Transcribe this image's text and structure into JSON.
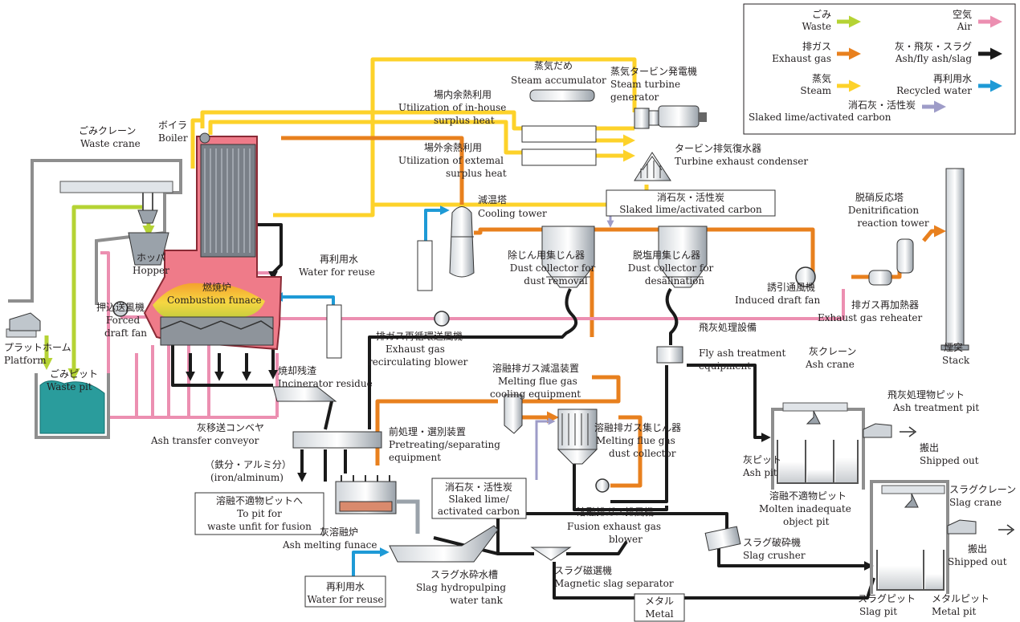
{
  "colors": {
    "waste": "#b5d334",
    "exhaust": "#e8801e",
    "steam": "#fdd22a",
    "air": "#ec8fb1",
    "ash": "#1a1a1a",
    "water": "#1e9ad6",
    "lime": "#9e9cc8",
    "furnace": "#ef7b89",
    "pit": "#2a9c9c"
  },
  "legend": {
    "waste": {
      "jp": "ごみ",
      "en": "Waste"
    },
    "exhaust": {
      "jp": "排ガス",
      "en": "Exhaust gas"
    },
    "steam": {
      "jp": "蒸気",
      "en": "Steam"
    },
    "air": {
      "jp": "空気",
      "en": "Air"
    },
    "ash": {
      "jp": "灰・飛灰・スラグ",
      "en": "Ash/fly ash/slag"
    },
    "water": {
      "jp": "再利用水",
      "en": "Recycled water"
    },
    "lime": {
      "jp": "消石灰・活性炭",
      "en": "Slaked lime/activated carbon"
    }
  },
  "labels": {
    "steam_accumulator": {
      "jp": "蒸気だめ",
      "en": "Steam accumulator"
    },
    "steam_turbine": {
      "jp": "蒸気タービン発電機",
      "en1": "Steam turbine",
      "en2": "generator"
    },
    "inhouse_heat": {
      "jp": "場内余熱利用",
      "en1": "Utilization of in-house",
      "en2": "surplus heat"
    },
    "external_heat": {
      "jp": "場外余熱利用",
      "en1": "Utilization of extemal",
      "en2": "surplus heat"
    },
    "turbine_condenser": {
      "jp": "タービン排気復水器",
      "en": "Turbine exhaust condenser"
    },
    "waste_crane": {
      "jp": "ごみクレーン",
      "en": "Waste crane"
    },
    "boiler": {
      "jp": "ボイラ",
      "en": "Boiler"
    },
    "cooling_tower": {
      "jp": "減温塔",
      "en": "Cooling tower"
    },
    "lime_box1": {
      "jp": "消石灰・活性炭",
      "en": "Slaked lime/activated carbon"
    },
    "denitrification": {
      "jp": "脱硝反応塔",
      "en1": "Denitrification",
      "en2": "reaction tower"
    },
    "hopper": {
      "jp": "ホッパ",
      "en": "Hopper"
    },
    "water_reuse1": {
      "jp": "再利用水",
      "en": "Water for reuse"
    },
    "dust_removal": {
      "jp": "除じん用集じん器",
      "en1": "Dust collector for",
      "en2": "dust removal"
    },
    "desalination": {
      "jp": "脱塩用集じん器",
      "en1": "Dust collector for",
      "en2": "desalination"
    },
    "combustion": {
      "jp": "燃焼炉",
      "en": "Combustion funace"
    },
    "induced_fan": {
      "jp": "誘引通風機",
      "en": "Induced draft fan"
    },
    "forced_fan": {
      "jp": "押込送風機",
      "en1": "Forced",
      "en2": "draft fan"
    },
    "platform": {
      "jp": "プラットホーム",
      "en": "Platform"
    },
    "reheater": {
      "jp": "排ガス再加熱器",
      "en": "Exhaust gas reheater"
    },
    "recirc_blower": {
      "jp": "排ガス再循環送風機",
      "en1": "Exhaust gas",
      "en2": "recirculating blower"
    },
    "fly_ash_equip": {
      "jp": "飛灰処理設備",
      "en1": "Fly ash treatment",
      "en2": "equipment"
    },
    "stack": {
      "jp": "煙突",
      "en": "Stack"
    },
    "waste_pit": {
      "jp": "ごみピット",
      "en": "Waste pit"
    },
    "incinerator_residue": {
      "jp": "焼却残渣",
      "en": "Incinerator residue"
    },
    "melting_cooling": {
      "jp": "溶融排ガス減温装置",
      "en1": "Melting flue gas",
      "en2": "cooling equipment"
    },
    "ash_crane": {
      "jp": "灰クレーン",
      "en": "Ash crane"
    },
    "ash_treatment_pit": {
      "jp": "飛灰処理物ピット",
      "en": "Ash treatment pit"
    },
    "ash_conveyor": {
      "jp": "灰移送コンベヤ",
      "en": "Ash transfer conveyor"
    },
    "melting_dust": {
      "jp": "溶融排ガス集じん器",
      "en1": "Melting flue gas",
      "en2": "dust collector"
    },
    "pretreating": {
      "jp": "前処理・選別装置",
      "en1": "Pretreating/separating",
      "en2": "equipment"
    },
    "iron": {
      "jp": "（鉄分・アルミ分）",
      "en": "(iron/alminum)"
    },
    "shipped1": {
      "jp": "搬出",
      "en": "Shipped out"
    },
    "ash_pit": {
      "jp": "灰ピット",
      "en": "Ash pit"
    },
    "lime_box2": {
      "jp": "消石灰・活性炭",
      "en1": "Slaked lime/",
      "en2": "activated carbon"
    },
    "unfit_box": {
      "jp": "溶融不適物ピットへ",
      "en1": "To pit for",
      "en2": "waste unfit for fusion"
    },
    "molten_pit": {
      "jp": "溶融不適物ピット",
      "en1": "Molten inadequate",
      "en2": "object pit"
    },
    "fusion_blower": {
      "jp": "溶融排ガス排風機",
      "en1": "Fusion exhaust gas",
      "en2": "blower"
    },
    "slag_crane": {
      "jp": "スラグクレーン",
      "en": "Slag crane"
    },
    "ash_melting": {
      "jp": "灰溶融炉",
      "en": "Ash melting funace"
    },
    "slag_crusher": {
      "jp": "スラグ破砕機",
      "en": "Slag crusher"
    },
    "shipped2": {
      "jp": "搬出",
      "en": "Shipped out"
    },
    "water_reuse2": {
      "jp": "再利用水",
      "en": "Water for reuse"
    },
    "slag_tank": {
      "jp": "スラグ水砕水槽",
      "en1": "Slag hydropulping",
      "en2": "water tank"
    },
    "magnetic": {
      "jp": "スラグ磁選機",
      "en": "Magnetic slag separator"
    },
    "slag_pit": {
      "jp": "スラグピット",
      "en": "Slag pit"
    },
    "metal_pit": {
      "jp": "メタルピット",
      "en": "Metal pit"
    },
    "metal": {
      "jp": "メタル",
      "en": "Metal"
    }
  }
}
